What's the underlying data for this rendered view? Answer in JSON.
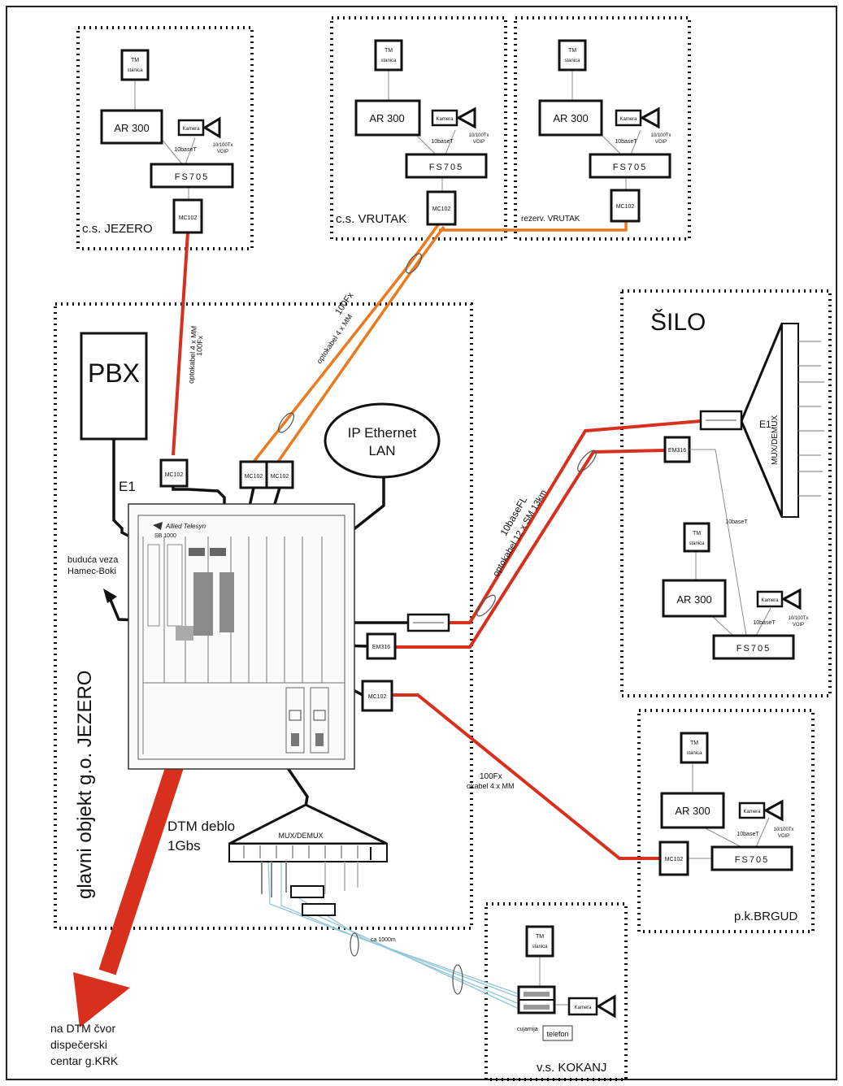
{
  "sites": {
    "jezero": "c.s. JEZERO",
    "vrutak": "c.s. VRUTAK",
    "rezerv_vrutak": "rezerv. VRUTAK",
    "silo": "ŠILO",
    "brgud": "p.k.BRGUD",
    "kokanj": "v.s. KOKANJ",
    "main": "glavni objekt g.o. JEZERO"
  },
  "devices": {
    "tm": "TM",
    "tm_sub": "stanica",
    "ar300": "AR 300",
    "kamera": "Kamera",
    "fs705": "FS705",
    "mc102": "MC102",
    "em316": "EM316",
    "pbx": "PBX",
    "e1": "E1",
    "mux": "MUX/DEMUX",
    "ip_ethernet_line1": "IP Ethernet",
    "ip_ethernet_line2": "LAN",
    "allied": "Allied Telesyn",
    "switch_model": "SB 1000",
    "telefon": "telefon",
    "cujamija": "cujamija"
  },
  "links": {
    "base10t": "10baseT",
    "voip_line1": "10/100Tx",
    "voip_line2": "VOIP",
    "fx100": "100Fx",
    "opto_mm": "optokabel 4 x MM",
    "opto_mm_short": "okabel 4 x MM",
    "fl_line1": "10baseFL",
    "fl_line2": "optokabel 12 x SM 13km",
    "opto_1000m": "ca 1000m",
    "dtm_deblo_line1": "DTM deblo",
    "dtm_deblo_line2": "1Gbs",
    "buduca_line1": "buduća veza",
    "buduca_line2": "Hamec-Boki",
    "dtm_cvor_line1": "na DTM čvor",
    "dtm_cvor_line2": "dispečerski",
    "dtm_cvor_line3": "centar g.KRK"
  },
  "colors": {
    "fiber_red": "#d9301e",
    "fiber_orange": "#ea7a1d",
    "copper_black": "#111111",
    "fiber_lightblue": "#8fc7d8"
  }
}
